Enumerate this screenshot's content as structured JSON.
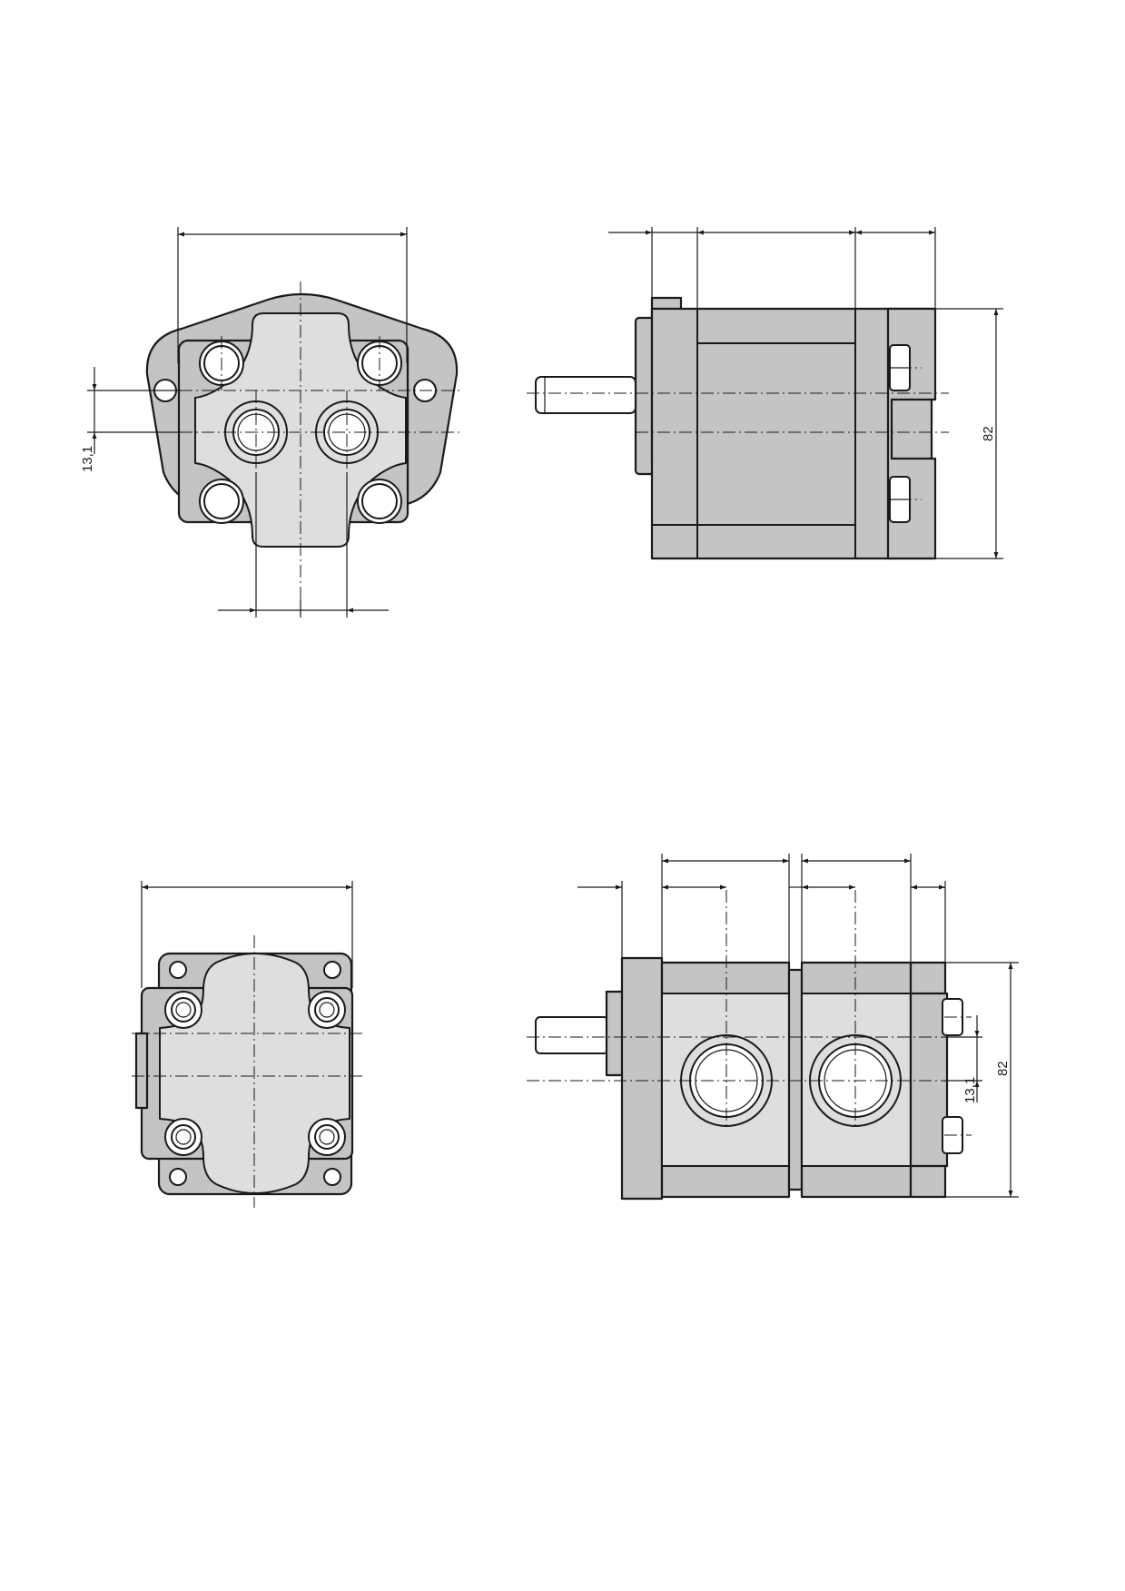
{
  "views": {
    "top_right": {
      "height_dimension": "82"
    },
    "top_left": {
      "offset_dimension": "13,1"
    },
    "bottom_right": {
      "height_dimension": "82",
      "offset_dimension": "13,1"
    }
  }
}
